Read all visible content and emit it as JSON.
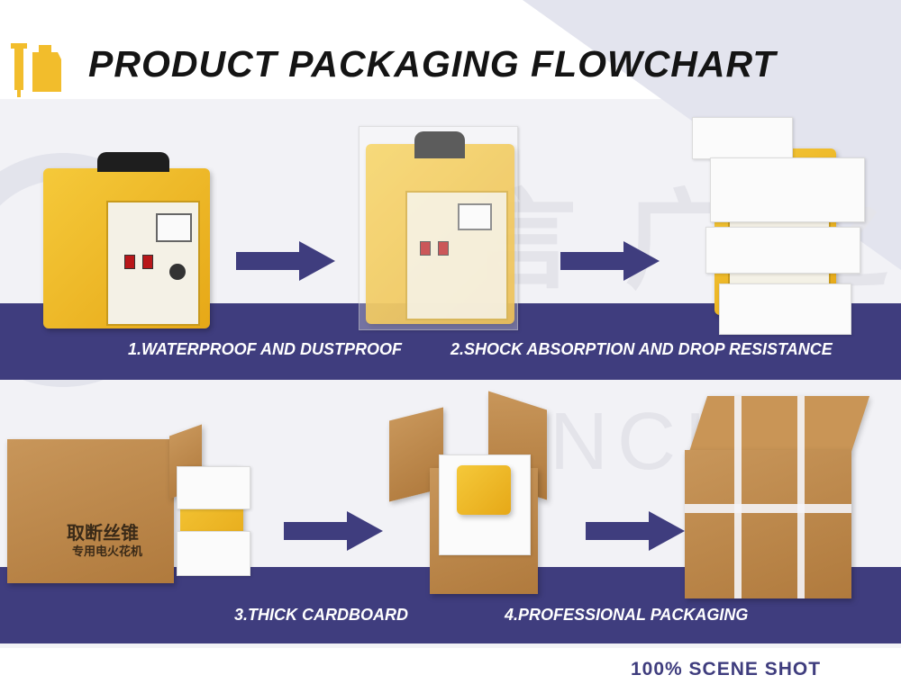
{
  "title": "PRODUCT PACKAGING FLOWCHART",
  "steps": [
    {
      "caption": "1.WATERPROOF AND DUSTPROOF"
    },
    {
      "caption": "2.SHOCK ABSORPTION AND DROP RESISTANCE"
    },
    {
      "caption": "3.THICK CARDBOARD"
    },
    {
      "caption": "4.PROFESSIONAL  PACKAGING"
    }
  ],
  "footer": "100% SCENE SHOT",
  "box_print": {
    "line1": "取断丝锥",
    "line2": "专用电火花机"
  },
  "colors": {
    "band": "#3f3d7e",
    "arrow": "#3f3d7e",
    "generator": "#f2bd2c",
    "cardboard": "#c08a4a"
  },
  "icons": [
    "logo-icon",
    "arrow-right-icon"
  ]
}
